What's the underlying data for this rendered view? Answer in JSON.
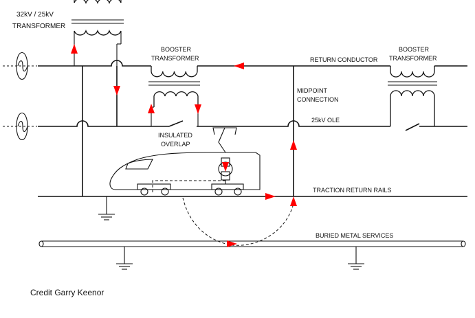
{
  "labels": {
    "main_transformer": [
      "32kV / 25kV",
      "TRANSFORMER"
    ],
    "booster_left": [
      "BOOSTER",
      "TRANSFORMER"
    ],
    "booster_right": [
      "BOOSTER",
      "TRANSFORMER"
    ],
    "return_conductor": "RETURN   CONDUCTOR",
    "midpoint": [
      "MIDPOINT",
      "CONNECTION"
    ],
    "ole": "25kV OLE",
    "insulated_overlap": [
      "INSULATED",
      "OVERLAP"
    ],
    "traction_return": "TRACTION   RETURN RAILS",
    "buried_services": "BURIED METAL SERVICES"
  },
  "credit": "Credit Garry Keenor",
  "colors": {
    "current_arrow": "#ff0000",
    "line": "#111111",
    "background": "#ffffff"
  }
}
